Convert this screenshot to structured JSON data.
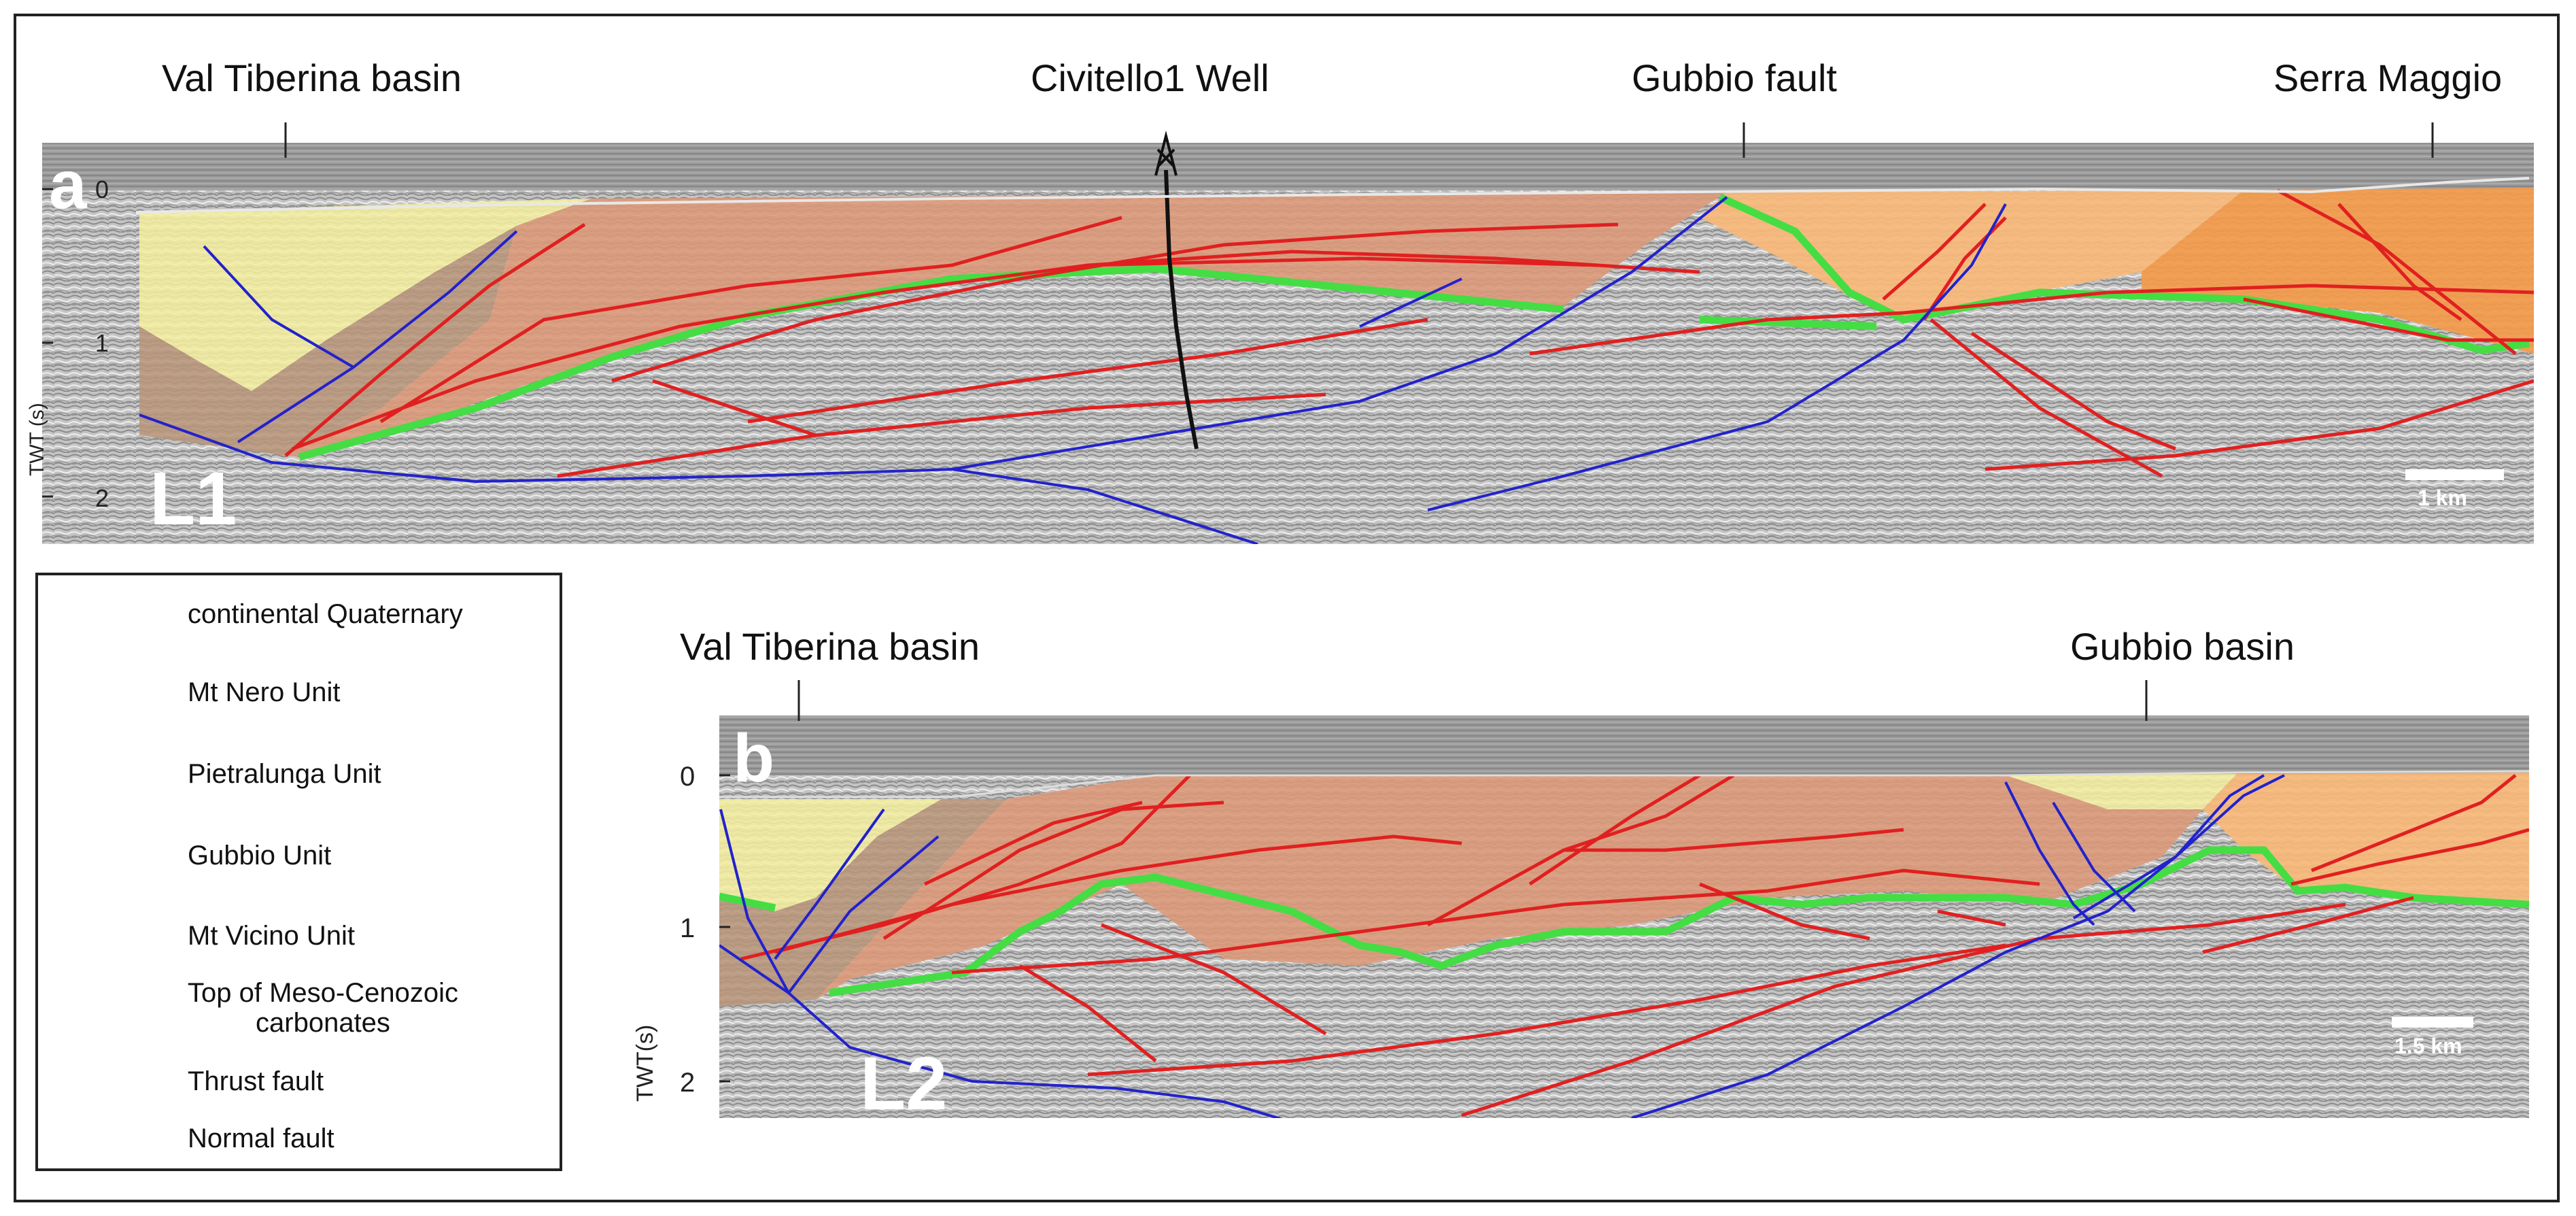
{
  "panel_a": {
    "letter": "a",
    "line_label": "L1",
    "axis_label": "TWT (s)",
    "ticks": [
      "0",
      "1",
      "2"
    ],
    "scale_bar": "1 km",
    "annotations": {
      "val_tiberina": "Val Tiberina basin",
      "civitello": "Civitello1 Well",
      "gubbio_fault": "Gubbio fault",
      "serra_maggio": "Serra Maggio"
    }
  },
  "panel_b": {
    "letter": "b",
    "line_label": "L2",
    "axis_label": "TWT(s)",
    "ticks": [
      "0",
      "1",
      "2"
    ],
    "scale_bar": "1.5 km",
    "annotations": {
      "val_tiberina": "Val Tiberina basin",
      "gubbio_basin": "Gubbio basin"
    }
  },
  "legend": {
    "items": [
      {
        "label": "continental Quaternary",
        "color": "#f4f0a0",
        "kind": "fill"
      },
      {
        "label": "Mt Nero Unit",
        "color": "#b89478",
        "kind": "fill"
      },
      {
        "label": "Pietralunga Unit",
        "color": "#dc9878",
        "kind": "fill"
      },
      {
        "label": "Gubbio Unit",
        "color": "#f8b878",
        "kind": "fill"
      },
      {
        "label": "Mt Vicino Unit",
        "color": "#f39a4a",
        "kind": "fill"
      },
      {
        "label": "Top of Meso-Cenozoic\ncarbonates",
        "color": "#44dd44",
        "kind": "thick-line"
      },
      {
        "label": "Thrust fault",
        "color": "#e02020",
        "kind": "line"
      },
      {
        "label": "Normal fault",
        "color": "#2222cc",
        "kind": "line"
      }
    ]
  }
}
